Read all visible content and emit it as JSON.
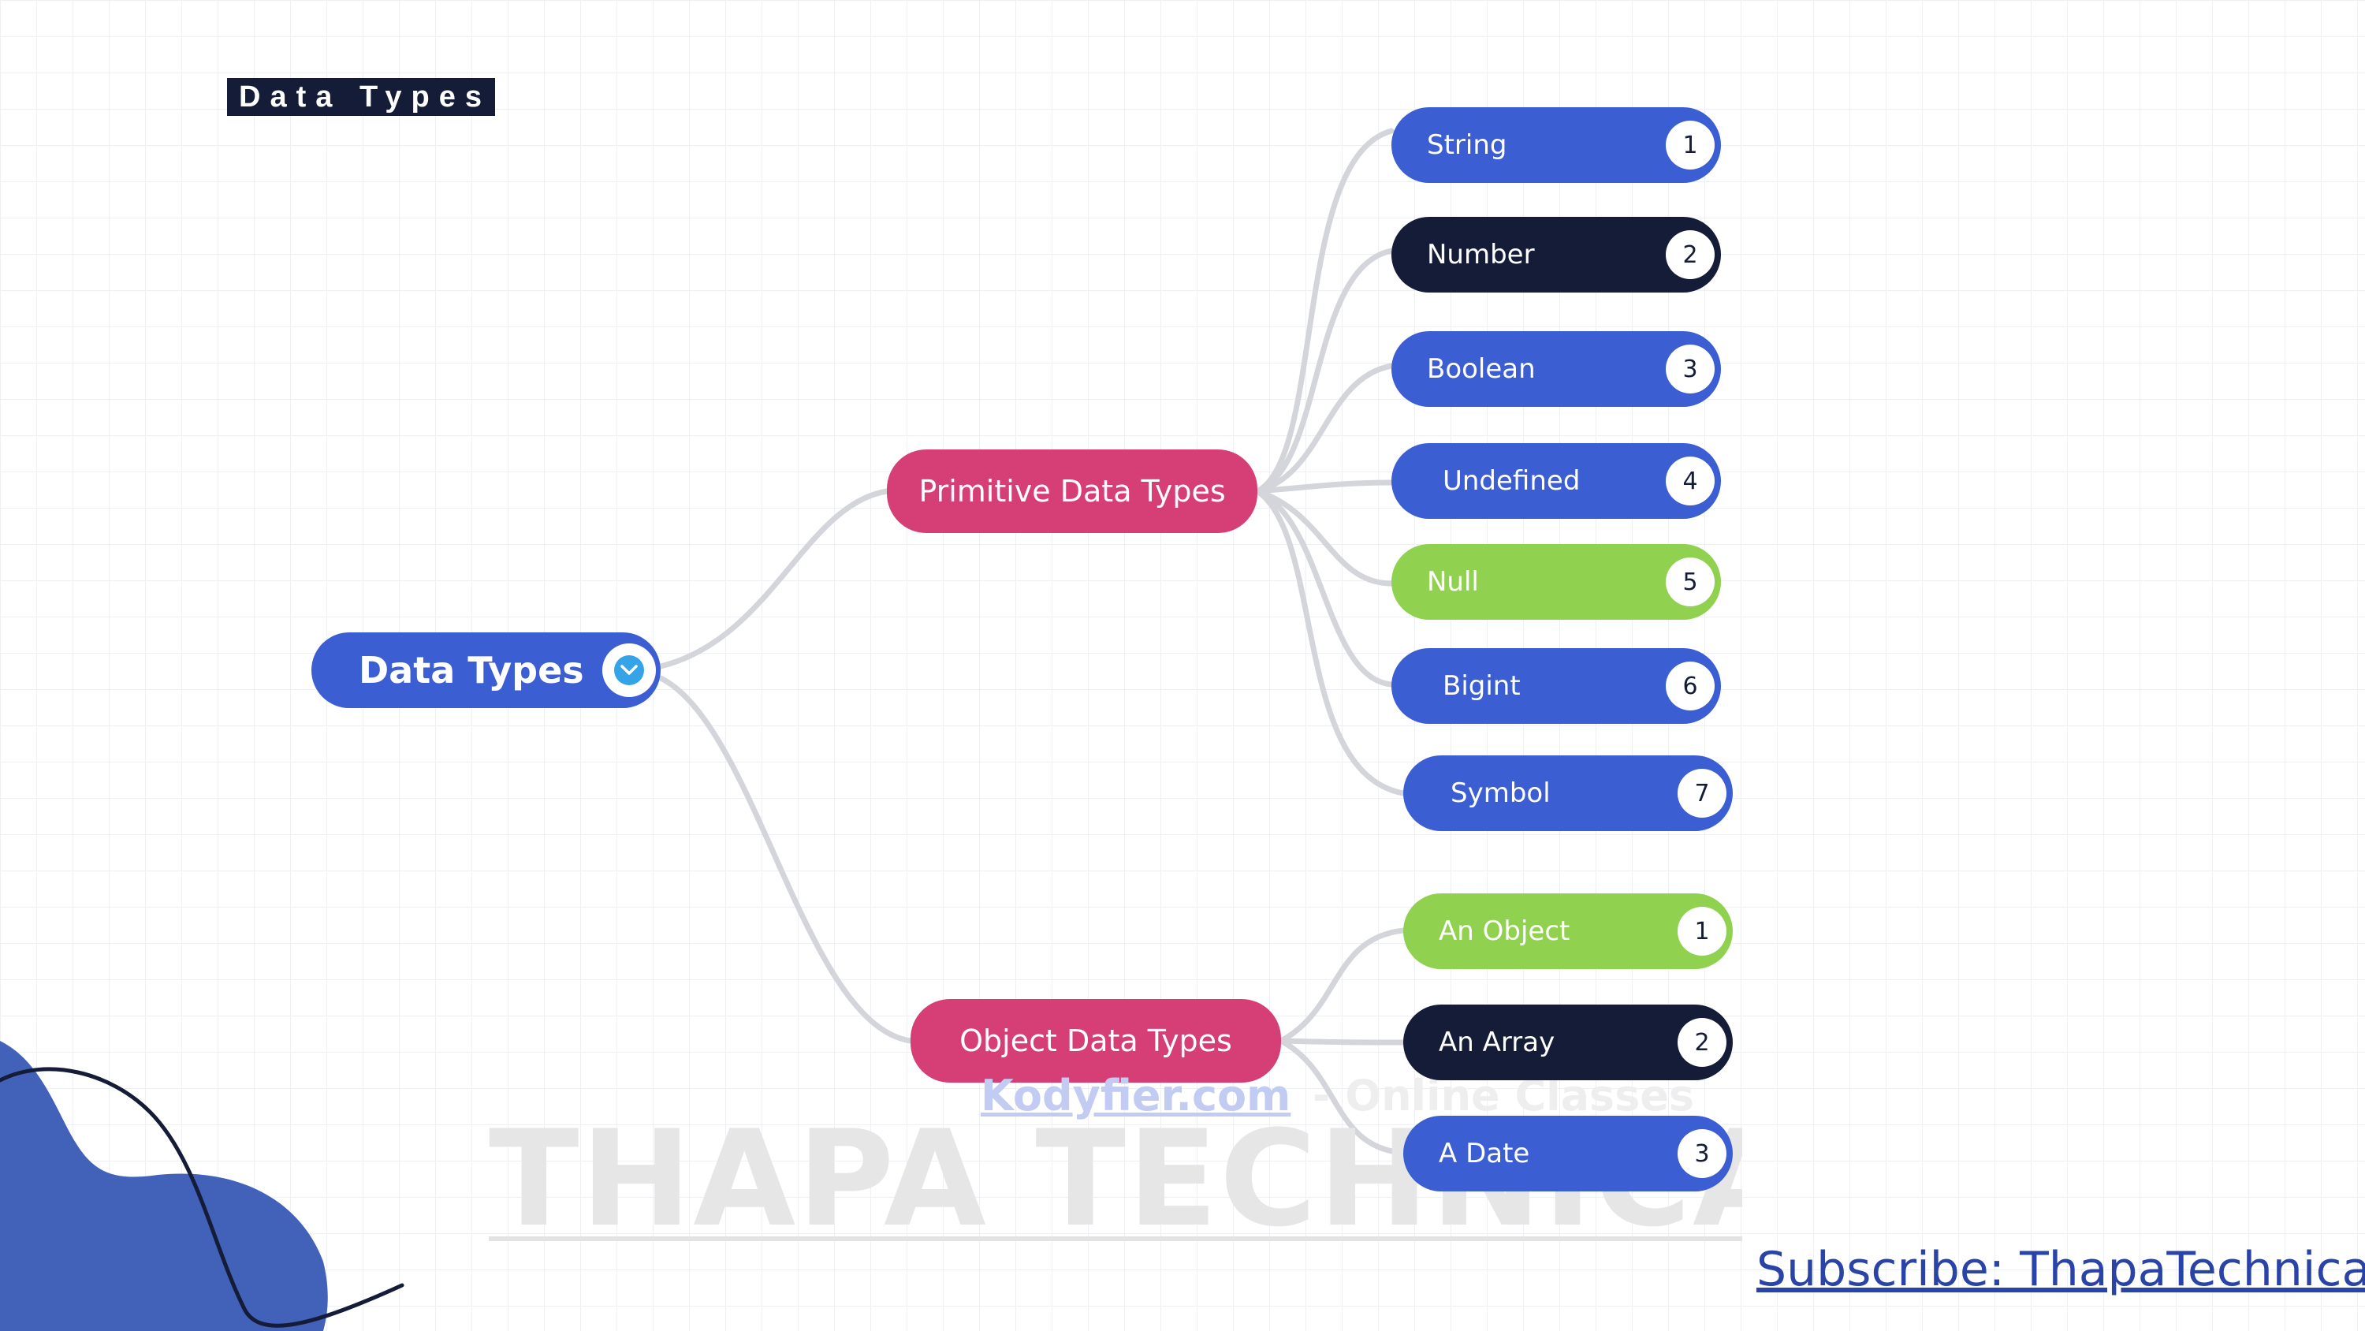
{
  "header": {
    "title_tag": "Data Types"
  },
  "mindmap": {
    "root": {
      "label": "Data Types"
    },
    "branches": [
      {
        "label": "Primitive Data Types",
        "leaves": [
          {
            "label": "String",
            "badge": "1",
            "color": "#3c5ed3"
          },
          {
            "label": "Number",
            "badge": "2",
            "color": "#141c38"
          },
          {
            "label": "Boolean",
            "badge": "3",
            "color": "#3c5ed3"
          },
          {
            "label": "Undefined",
            "badge": "4",
            "color": "#3c5ed3"
          },
          {
            "label": "Null",
            "badge": "5",
            "color": "#91d150"
          },
          {
            "label": "Bigint",
            "badge": "6",
            "color": "#3c5ed3"
          },
          {
            "label": "Symbol",
            "badge": "7",
            "color": "#3c5ed3"
          }
        ]
      },
      {
        "label": "Object Data Types",
        "leaves": [
          {
            "label": "An Object",
            "badge": "1",
            "color": "#91d150"
          },
          {
            "label": "An Array",
            "badge": "2",
            "color": "#141c38"
          },
          {
            "label": "A Date",
            "badge": "3",
            "color": "#3c5ed3"
          }
        ]
      }
    ]
  },
  "watermark": {
    "brand": "THAPA TECHNICAL",
    "site": "Kodyfier.com",
    "tagline": " - Online Classes"
  },
  "footer": {
    "subscribe": "Subscribe: ThapaTechnical"
  },
  "colors": {
    "root": "#3c5ed3",
    "branch": "#d63f76",
    "connector": "#d3d5da",
    "blob": "#4262b9"
  }
}
